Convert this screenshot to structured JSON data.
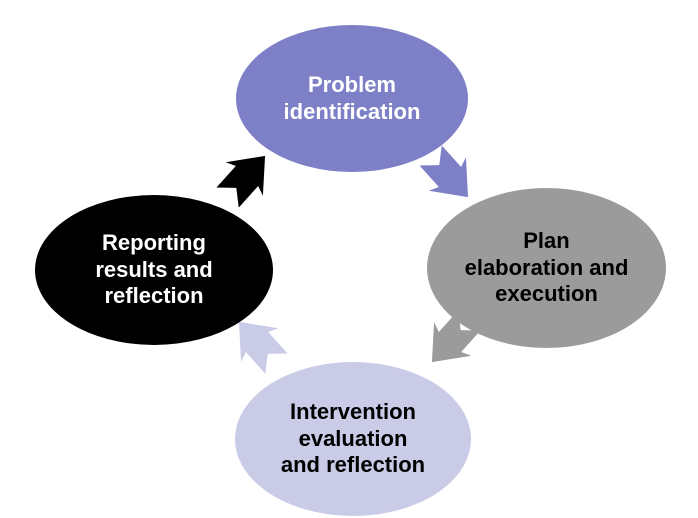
{
  "diagram": {
    "type": "cycle",
    "background": "#ffffff",
    "nodes": [
      {
        "id": "problem-identification",
        "label": "Problem\nidentification",
        "fill": "#7d80c6",
        "text_color": "#ffffff",
        "position": "top"
      },
      {
        "id": "plan-elaboration-and-execution",
        "label": "Plan\nelaboration and\nexecution",
        "fill": "#9b9b9b",
        "text_color": "#000000",
        "position": "right"
      },
      {
        "id": "intervention-evaluation-and-reflection",
        "label": "Intervention\nevaluation\nand reflection",
        "fill": "#c9cbe7",
        "text_color": "#000000",
        "position": "bottom"
      },
      {
        "id": "reporting-results-and-reflection",
        "label": "Reporting\nresults and\nreflection",
        "fill": "#000000",
        "text_color": "#ffffff",
        "position": "left"
      }
    ],
    "arrows": [
      {
        "id": "arrow-problem-to-plan",
        "color": "#7d80c6",
        "direction": "down-right"
      },
      {
        "id": "arrow-plan-to-intervention",
        "color": "#9b9b9b",
        "direction": "down-left"
      },
      {
        "id": "arrow-intervention-to-reporting",
        "color": "#c9cbe7",
        "direction": "up-left"
      },
      {
        "id": "arrow-reporting-to-problem",
        "color": "#000000",
        "direction": "up-right"
      }
    ]
  }
}
